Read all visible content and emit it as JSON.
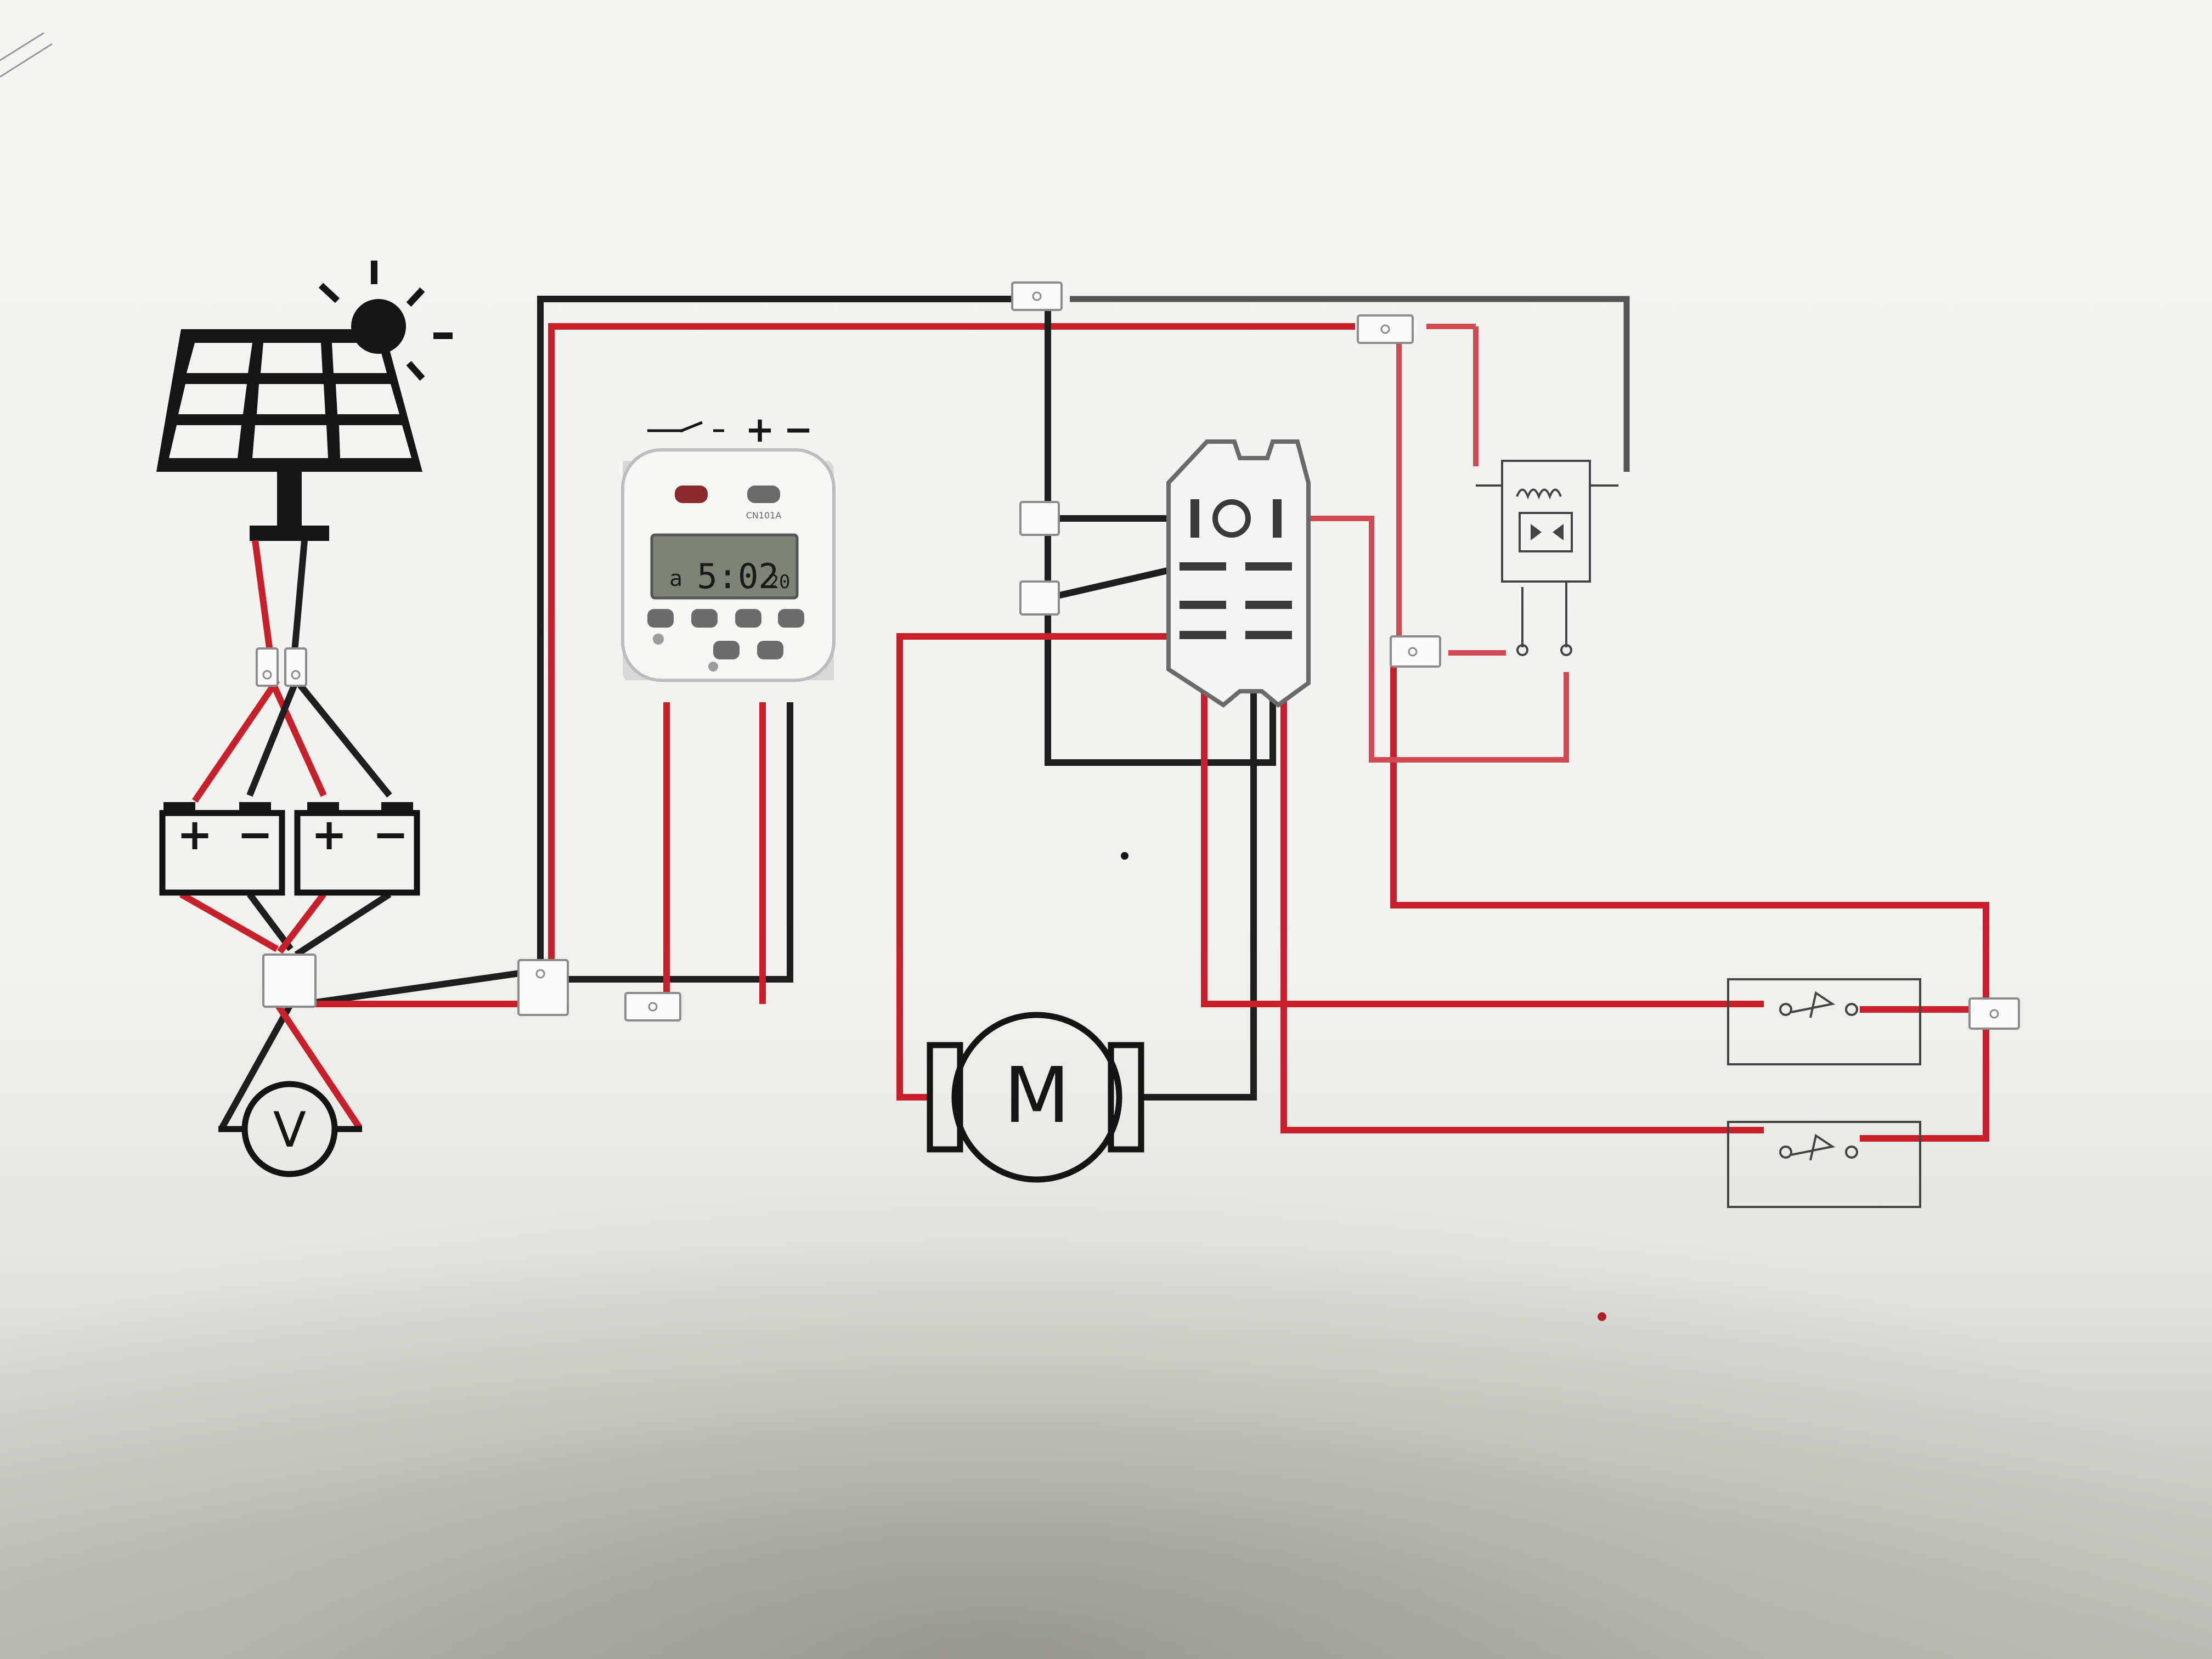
{
  "motor": {
    "symbol": "M"
  },
  "voltmeter": {
    "symbol": "V"
  },
  "batteries": [
    {
      "plus": "+",
      "minus": "−"
    },
    {
      "plus": "+",
      "minus": "−"
    }
  ],
  "timer": {
    "header_plus": "+",
    "header_minus": "−",
    "display_time": "5:02",
    "display_seconds": "20",
    "display_day": "a",
    "brand_label": "CN101A"
  },
  "colors": {
    "positive_wire": "#c8202a",
    "negative_wire": "#1e1e1e",
    "background": "#f2f2f0"
  }
}
